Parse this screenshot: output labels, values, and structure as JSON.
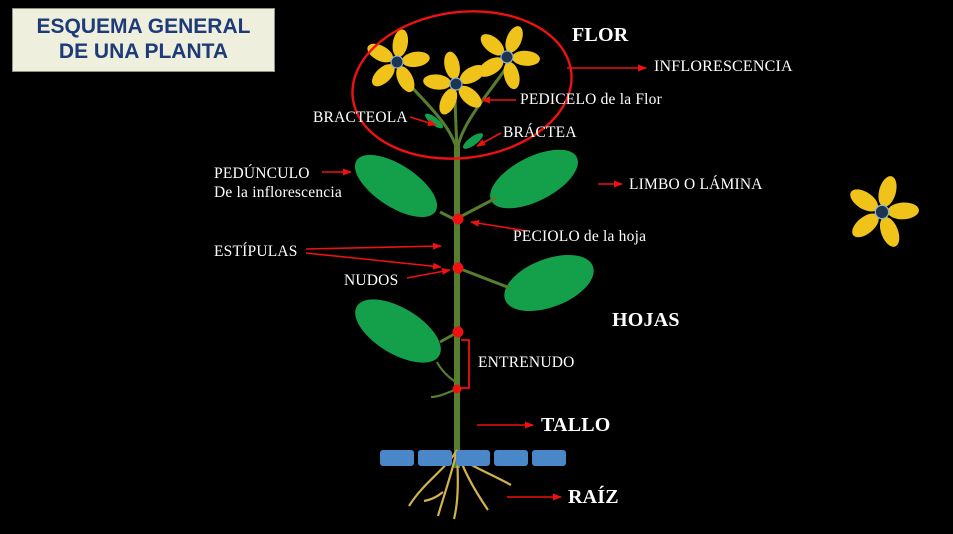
{
  "title": {
    "line1": "ESQUEMA GENERAL",
    "line2": "DE UNA PLANTA"
  },
  "labels": {
    "flor": "FLOR",
    "inflorescencia": "INFLORESCENCIA",
    "pedicelo": "PEDICELO de la Flor",
    "bracteola": "BRACTEOLA",
    "bractea": "BRÁCTEA",
    "pedunculo": "PEDÚNCULO",
    "pedunculo_sub": "De la inflorescencia",
    "limbo": "LIMBO O LÁMINA",
    "peciolo": "PECIOLO de la hoja",
    "estipulas": "ESTÍPULAS",
    "nudos": "NUDOS",
    "hojas": "HOJAS",
    "entrenudo": "ENTRENUDO",
    "tallo": "TALLO",
    "raiz": "RAÍZ"
  },
  "colors": {
    "background": "#000000",
    "label_text": "#ffffff",
    "arrow_red": "#ee1111",
    "stem_green": "#577d2f",
    "leaf_green": "#14a04a",
    "petal_yellow": "#f0c31a",
    "flower_center": "#1c3553",
    "soil_blue": "#4a87c9",
    "root_tan": "#d2b24c",
    "title_bg": "#eef0dd",
    "title_text": "#1e3a78"
  }
}
